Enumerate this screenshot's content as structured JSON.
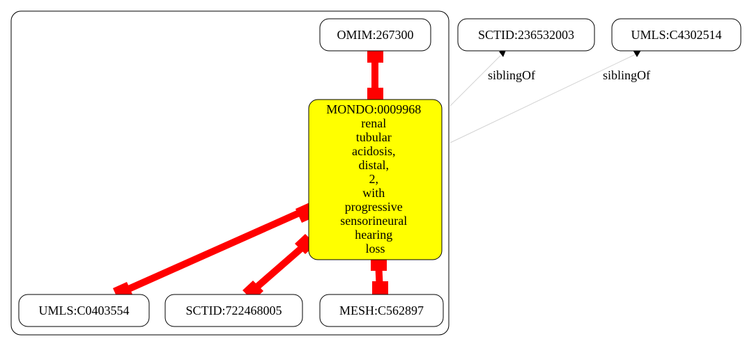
{
  "nodes": {
    "omim": {
      "label": "OMIM:267300"
    },
    "sctid_top": {
      "label": "SCTID:236532003"
    },
    "umls_top": {
      "label": "UMLS:C4302514"
    },
    "mondo": {
      "lines": [
        "MONDO:0009968",
        "renal",
        "tubular",
        "acidosis,",
        "distal,",
        "2,",
        "with",
        "progressive",
        "sensorineural",
        "hearing",
        "loss"
      ],
      "fill": "#ffff00"
    },
    "umls_bottom": {
      "label": "UMLS:C0403554"
    },
    "sctid_bottom": {
      "label": "SCTID:722468005"
    },
    "mesh": {
      "label": "MESH:C562897"
    }
  },
  "edges": {
    "sibling_1": {
      "label": "siblingOf"
    },
    "sibling_2": {
      "label": "siblingOf"
    }
  },
  "colors": {
    "equivalence_edge": "#ff0000",
    "sibling_edge": "#d3d3d3",
    "node_border": "#000000"
  }
}
